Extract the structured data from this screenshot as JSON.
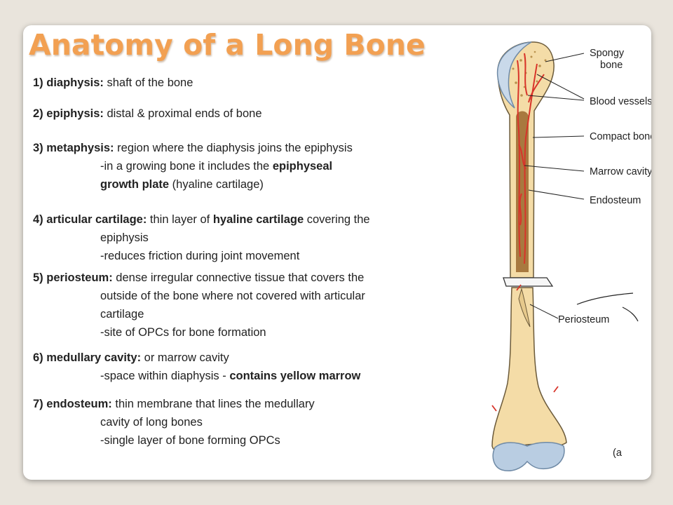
{
  "title": "Anatomy of a Long Bone",
  "items": [
    {
      "num": "1)",
      "term": "diaphysis:",
      "desc": "shaft of the bone"
    },
    {
      "num": "2)",
      "term": "epiphysis:",
      "desc": "distal & proximal ends of bone"
    },
    {
      "num": "3)",
      "term": "metaphysis:",
      "desc": "region where the diaphysis joins the epiphysis",
      "l2a": "-in a growing bone it includes the ",
      "l2b": "epiphyseal",
      "l3a": "growth plate",
      "l3b": " (hyaline cartilage)"
    },
    {
      "num": "4)",
      "term": "articular cartilage:",
      "desc1": "thin layer of ",
      "desc2": "hyaline cartilage",
      "desc3": " covering the",
      "l2": "epiphysis",
      "l3": "-reduces friction during joint movement"
    },
    {
      "num": "5)",
      "term": "periosteum:",
      "desc": "dense irregular connective tissue that covers the",
      "l2": "outside of the bone where not covered with articular",
      "l3": "cartilage",
      "l4": "-site of OPCs for bone formation"
    },
    {
      "num": "6)",
      "term": "medullary cavity:",
      "desc": "or marrow cavity",
      "l2a": "-space within diaphysis - ",
      "l2b": "contains yellow marrow"
    },
    {
      "num": "7)",
      "term": "endosteum:",
      "desc": "thin membrane that lines the medullary",
      "l2": "cavity of long bones",
      "l3": "-single layer of bone forming OPCs"
    }
  ],
  "diagram": {
    "labels": {
      "spongy1": "Spongy",
      "spongy2": "bone",
      "blood": "Blood vessels",
      "compact": "Compact bone",
      "marrow": "Marrow cavity",
      "endosteum": "Endosteum",
      "periosteum": "Periosteum",
      "partial": "(a"
    }
  }
}
